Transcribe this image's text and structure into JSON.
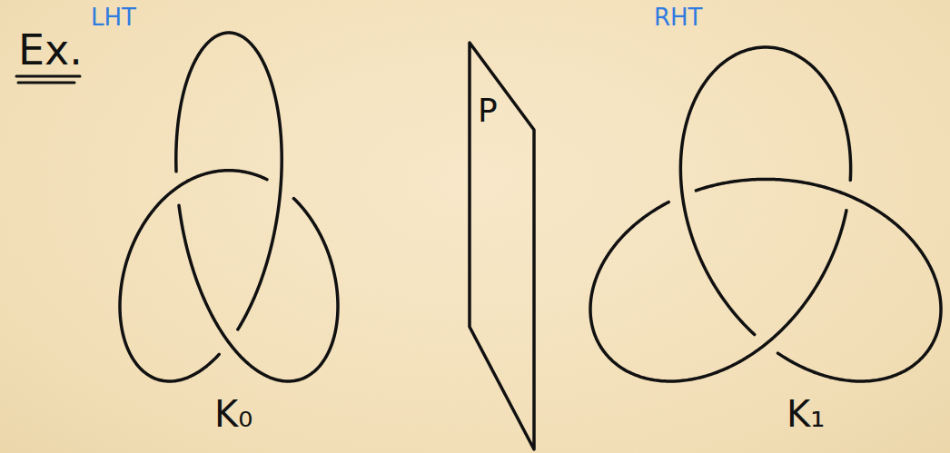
{
  "diagram": {
    "nodes": [
      {
        "text": [
          "P"
        ]
      }
    ],
    "labels": [
      "Ex.",
      "LHT",
      "RHT",
      "K₀",
      "K₁"
    ]
  }
}
